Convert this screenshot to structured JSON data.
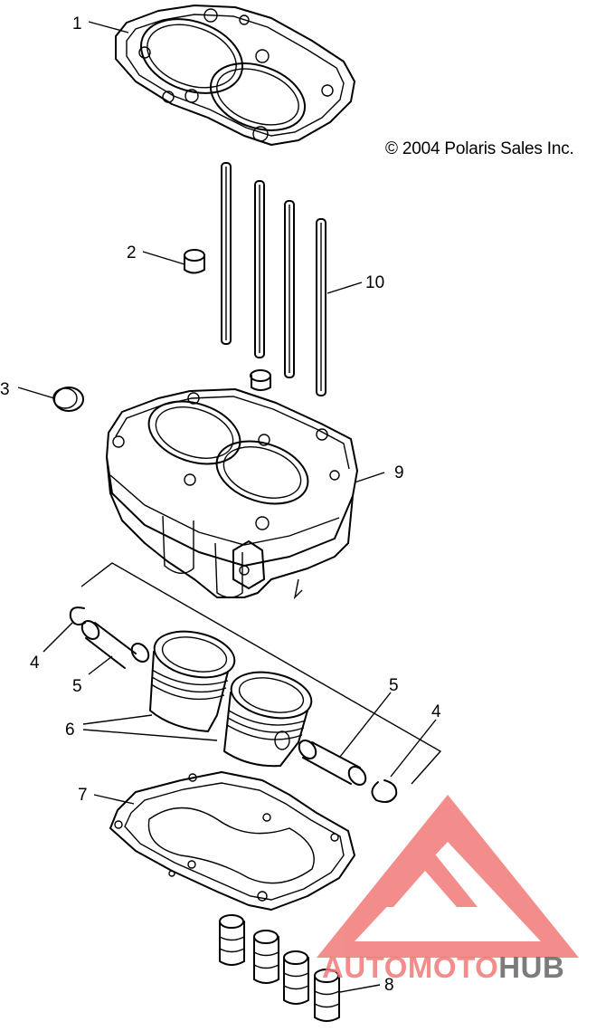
{
  "copyright": "© 2004 Polaris Sales Inc.",
  "callouts": [
    "1",
    "2",
    "3",
    "4",
    "5",
    "6",
    "7",
    "8",
    "9",
    "10",
    "4",
    "5"
  ],
  "watermark": {
    "part1": "AUTO",
    "part2": "MOTO",
    "part3": "HUB",
    "accent_color": "#f07a78",
    "secondary_color": "#6e6e6e"
  }
}
